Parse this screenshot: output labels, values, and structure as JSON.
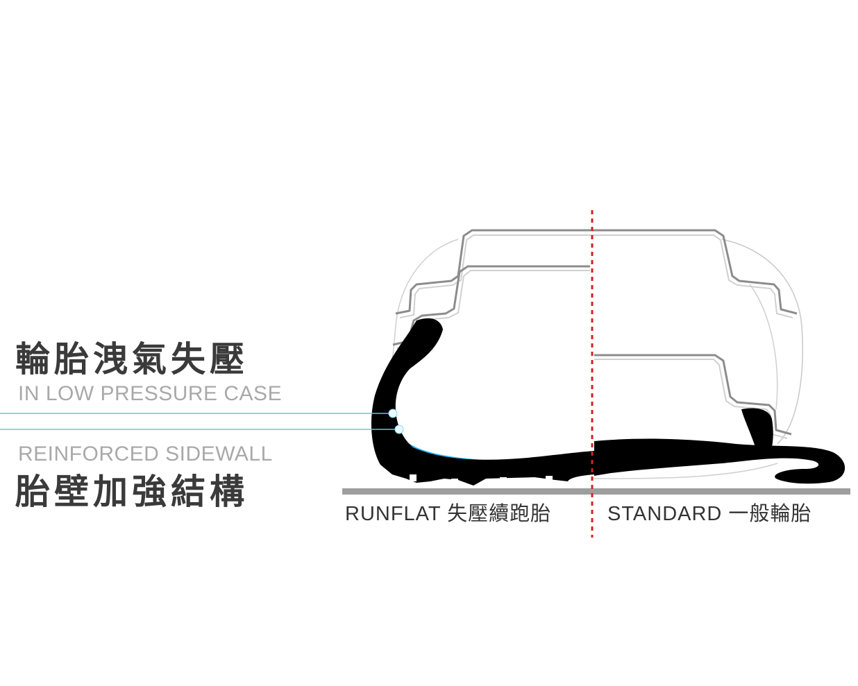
{
  "labels": {
    "low_pressure_zh": "輪胎洩氣失壓",
    "low_pressure_en": "IN LOW PRESSURE CASE",
    "sidewall_en": "REINFORCED SIDEWALL",
    "sidewall_zh": "胎壁加強結構"
  },
  "captions": {
    "runflat": "RUNFLAT 失壓續跑胎",
    "standard": "STANDARD 一般輪胎"
  },
  "colors": {
    "sidewall_highlight": "#29b6f6",
    "leader_line": "#5bc8e8",
    "divider": "#d62020",
    "tire": "#000000",
    "ground": "#9e9e9e",
    "rim": "#8c8c8c"
  }
}
